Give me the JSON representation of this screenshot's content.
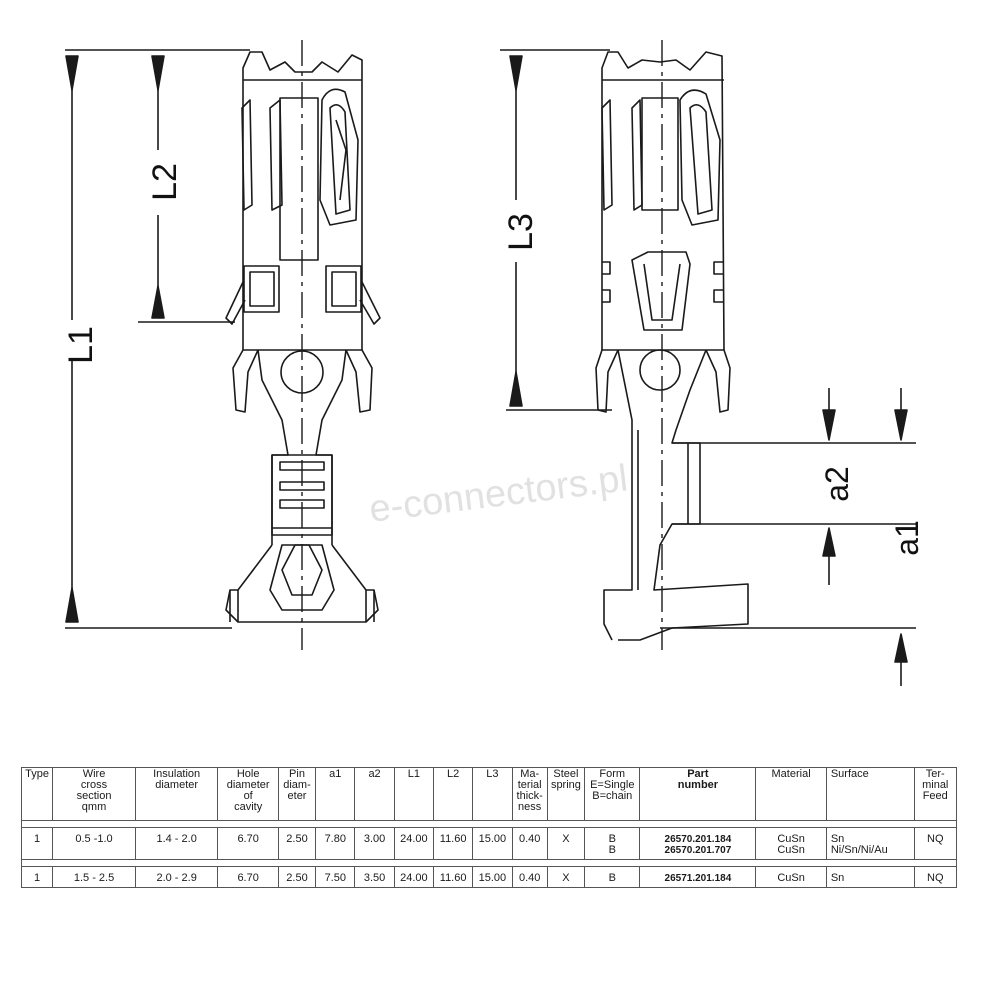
{
  "drawing": {
    "dimensions": {
      "L1": "L1",
      "L2": "L2",
      "L3": "L3",
      "a1": "a1",
      "a2": "a2"
    },
    "watermark": "e-connectors.pl",
    "line_color": "#1a1a1a"
  },
  "table": {
    "headers": {
      "type": "Type",
      "wire": [
        "Wire",
        "cross",
        "section",
        "qmm"
      ],
      "insulation": [
        "Insulation",
        "diameter"
      ],
      "hole": [
        "Hole",
        "diameter",
        "of",
        "cavity"
      ],
      "pin": [
        "Pin",
        "diam-",
        "eter"
      ],
      "a1": "a1",
      "a2": "a2",
      "l1": "L1",
      "l2": "L2",
      "l3": "L3",
      "material_thickness": [
        "Ma-",
        "terial",
        "thick-",
        "ness"
      ],
      "steel_spring": [
        "Steel",
        "spring"
      ],
      "form": [
        "Form",
        "E=Single",
        "B=chain"
      ],
      "part_number": [
        "Part",
        "number"
      ],
      "material": "Material",
      "surface": "Surface",
      "terminal_feed": [
        "Ter-",
        "minal",
        "Feed"
      ]
    },
    "rows": [
      {
        "type": "1",
        "wire": "0.5 -1.0",
        "insulation": "1.4 - 2.0",
        "hole": "6.70",
        "pin": "2.50",
        "a1": "7.80",
        "a2": "3.00",
        "l1": "24.00",
        "l2": "11.60",
        "l3": "15.00",
        "thickness": "0.40",
        "spring": "X",
        "form": [
          "B",
          "B"
        ],
        "part_number": [
          "26570.201.184",
          "26570.201.707"
        ],
        "material": [
          "CuSn",
          "CuSn"
        ],
        "surface": [
          "Sn",
          "Ni/Sn/Ni/Au"
        ],
        "feed": "NQ"
      },
      {
        "type": "1",
        "wire": "1.5 - 2.5",
        "insulation": "2.0 - 2.9",
        "hole": "6.70",
        "pin": "2.50",
        "a1": "7.50",
        "a2": "3.50",
        "l1": "24.00",
        "l2": "11.60",
        "l3": "15.00",
        "thickness": "0.40",
        "spring": "X",
        "form": [
          "B"
        ],
        "part_number": [
          "26571.201.184"
        ],
        "material": [
          "CuSn"
        ],
        "surface": [
          "Sn"
        ],
        "feed": "NQ"
      }
    ]
  }
}
